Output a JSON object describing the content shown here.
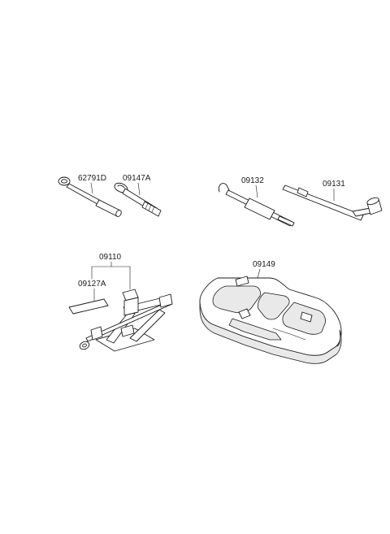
{
  "parts": [
    {
      "id": "p1",
      "label": "62791D",
      "name": "jack handle"
    },
    {
      "id": "p2",
      "label": "09147A",
      "name": "towing hook"
    },
    {
      "id": "p3",
      "label": "09132",
      "name": "extension bar"
    },
    {
      "id": "p4",
      "label": "09131",
      "name": "wheel nut wrench"
    },
    {
      "id": "p5",
      "label": "09110",
      "name": "jack assembly"
    },
    {
      "id": "p6",
      "label": "09127A",
      "name": "jack label"
    },
    {
      "id": "p7",
      "label": "09149",
      "name": "tool case tray"
    }
  ]
}
